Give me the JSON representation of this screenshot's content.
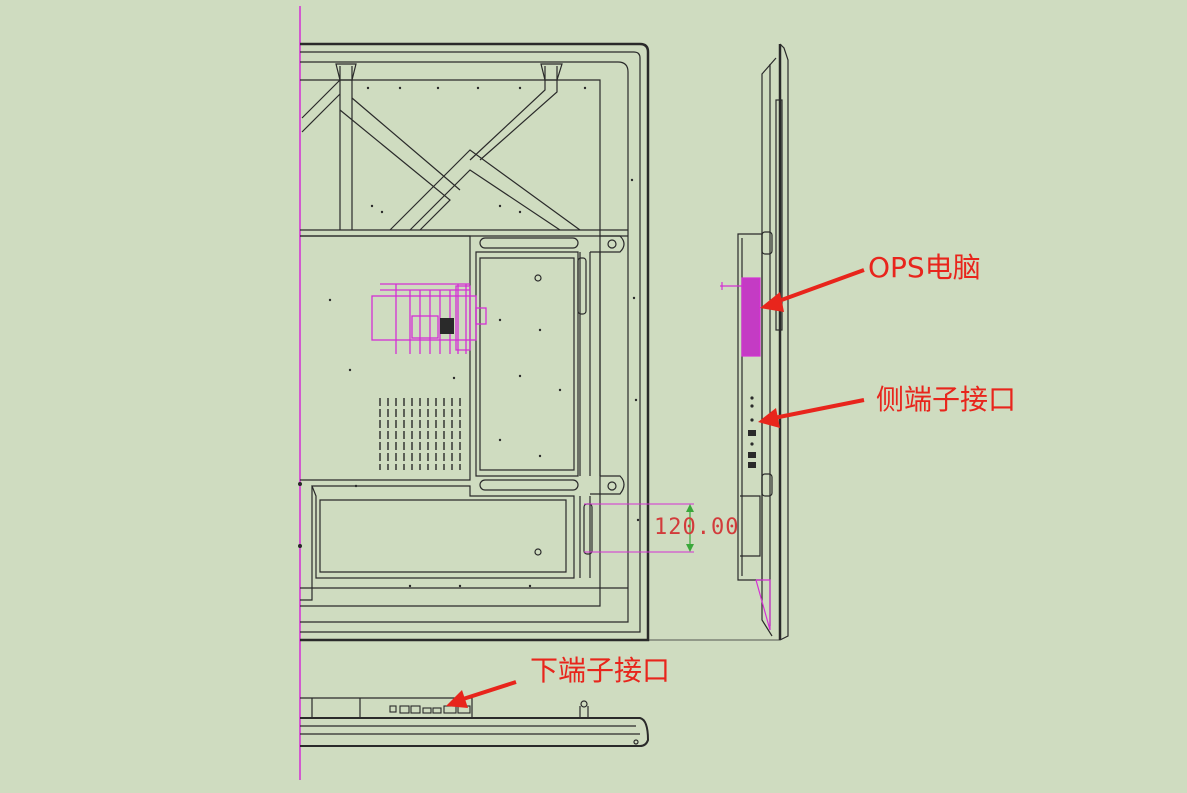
{
  "colors": {
    "background": "#cfdcc0",
    "line": "#2a2a2a",
    "highlight": "#d42fd4",
    "callout": "#e8251c",
    "dimension": "#d23b3b"
  },
  "callouts": {
    "ops": "OPS电脑",
    "side_ports": "侧端子接口",
    "bottom_ports": "下端子接口"
  },
  "dimension": {
    "value": "120.00"
  }
}
